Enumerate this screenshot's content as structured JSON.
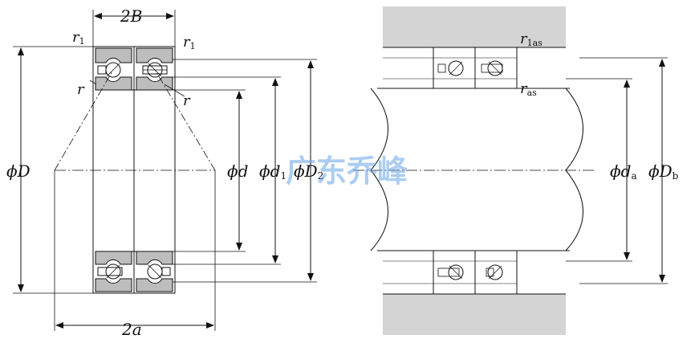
{
  "diagram": {
    "colors": {
      "line": "#111111",
      "ring_fill": "#bdbdbd",
      "housing_fill": "#d4d4d4",
      "watermark": "#6aa6e8"
    },
    "left_labels": {
      "width_2B": "2B",
      "r1_left": "r",
      "r1_left_sub": "1",
      "r1_right": "r",
      "r1_right_sub": "1",
      "r_left": "r",
      "r_right": "r",
      "phi_D": "ϕD",
      "phi_d": "ϕd",
      "phi_d1": "ϕd",
      "phi_d1_sub": "1",
      "phi_D2": "ϕD",
      "phi_D2_sub": "2",
      "spread_2a": "2a"
    },
    "right_labels": {
      "r1as": "r",
      "r1as_sub": "1as",
      "ras": "r",
      "ras_sub": "as",
      "phi_da": "ϕd",
      "phi_da_sub": "a",
      "phi_Db": "ϕD",
      "phi_Db_sub": "b"
    },
    "watermark_text": "广东乔峰"
  }
}
